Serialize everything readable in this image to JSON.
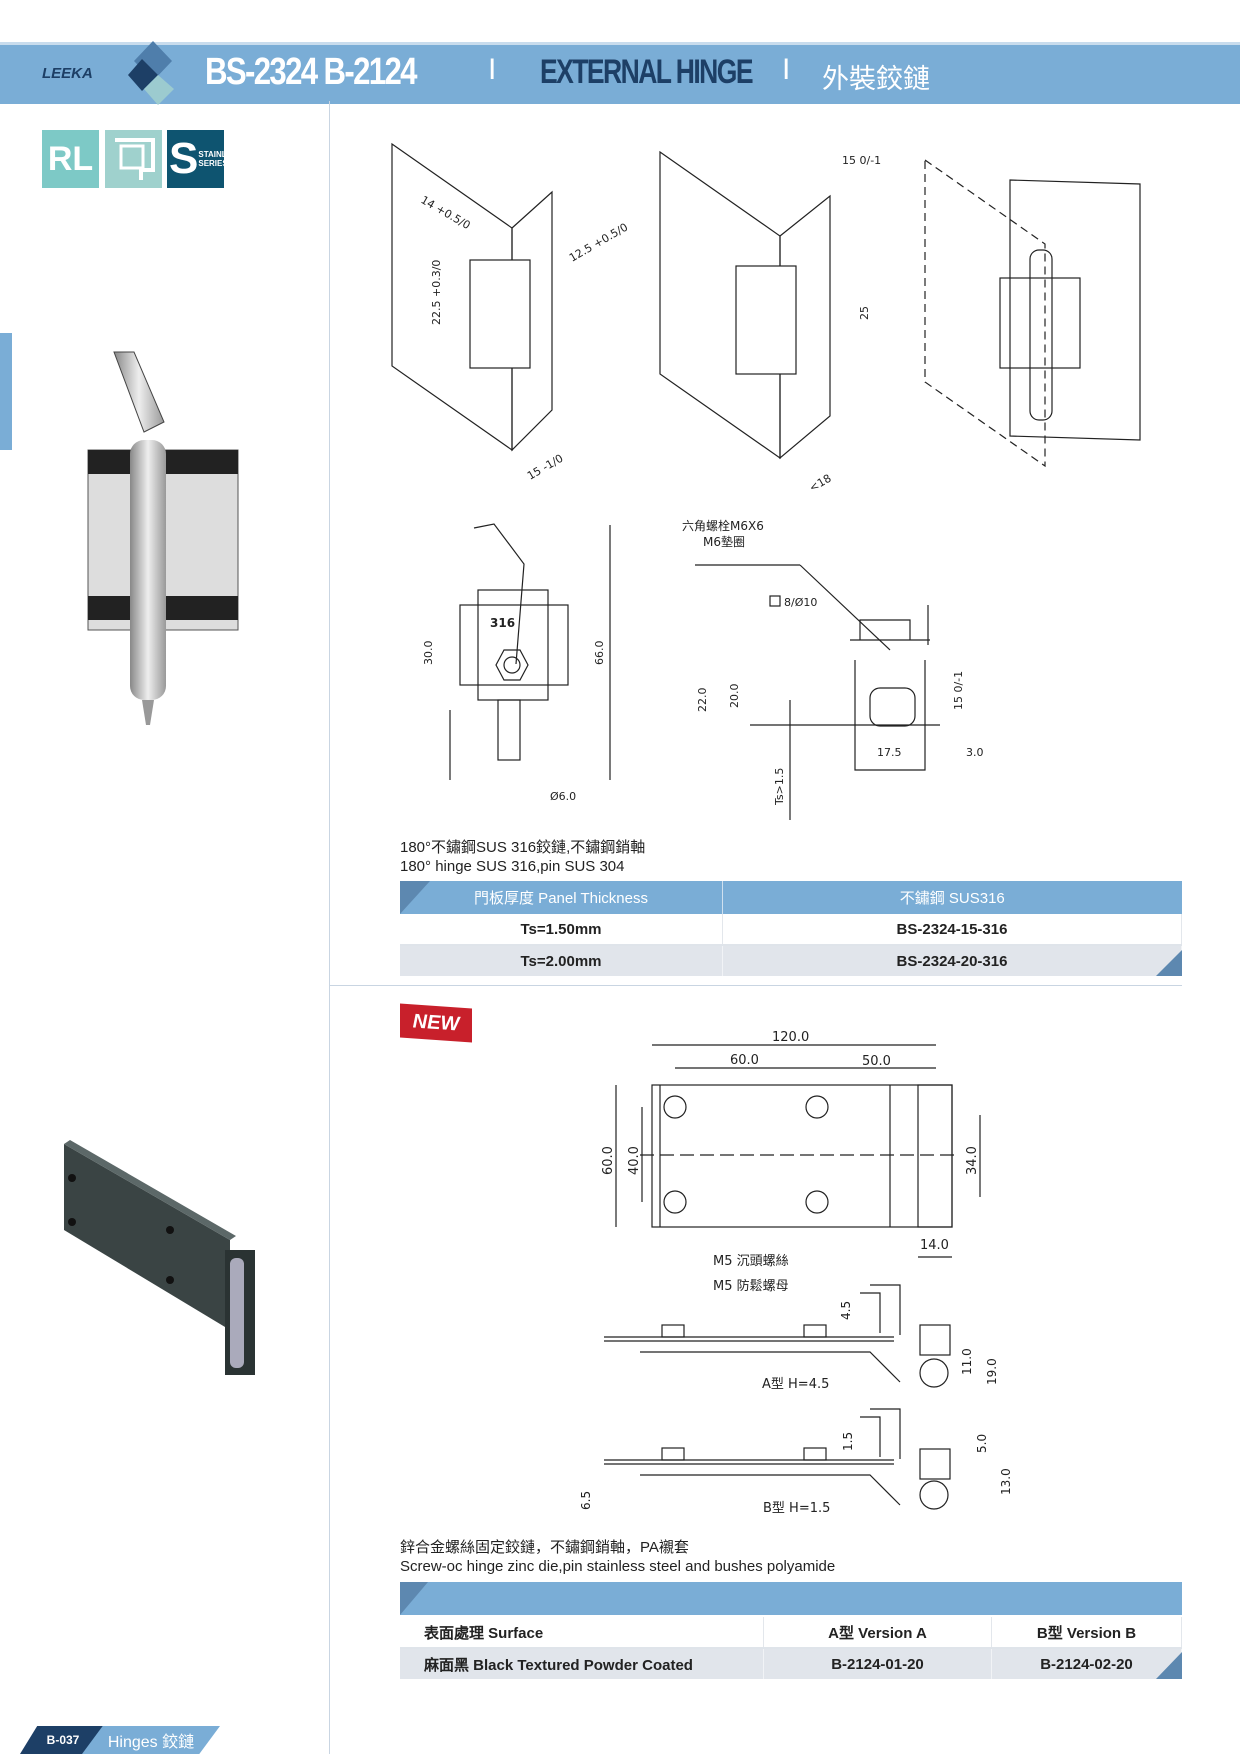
{
  "header": {
    "brand": "LEEKA",
    "models": "BS-2324 B-2124",
    "separator": "I",
    "product_type": "EXTERNAL HINGE",
    "product_cn": "外裝鉸鏈"
  },
  "badges": {
    "rl": "RL",
    "stainless": "STAINLESS SERIES",
    "s": "S"
  },
  "drawing1": {
    "dims": [
      "14 +0.5/0",
      "12.5 +0.5/0",
      "22.5 +0.3/0",
      "15 -1/0",
      "15 0/-1",
      "25",
      "<18"
    ],
    "front_dims": [
      "316",
      "30.0",
      "66.0",
      "Ø6.0"
    ],
    "side_labels": [
      "六角螺栓M6X6",
      "M6墊圈",
      "8/Ø10",
      "22.0",
      "20.0",
      "15 0/-1",
      "17.5",
      "3.0",
      "Ts>1.5"
    ]
  },
  "section1": {
    "caption_cn": "180°不鏽鋼SUS 316鉸鏈,不鏽鋼銷軸",
    "caption_en": "180° hinge SUS 316,pin SUS 304",
    "headers": [
      "門板厚度 Panel Thickness",
      "不鏽鋼 SUS316"
    ],
    "rows": [
      [
        "Ts=1.50mm",
        "BS-2324-15-316"
      ],
      [
        "Ts=2.00mm",
        "BS-2324-20-316"
      ]
    ]
  },
  "new_badge": "NEW",
  "drawing2": {
    "top_dims": [
      "120.0",
      "60.0",
      "50.0",
      "60.0",
      "40.0",
      "34.0",
      "14.0"
    ],
    "labels": [
      "M5  沉頭螺絲",
      "M5  防鬆螺母"
    ],
    "version_a": {
      "label": "A型   H=4.5",
      "dims": [
        "4.5",
        "11.0",
        "19.0"
      ]
    },
    "version_b": {
      "label": "B型   H=1.5",
      "dims": [
        "1.5",
        "5.0",
        "13.0",
        "6.5"
      ]
    }
  },
  "section2": {
    "caption_cn": "鋅合金螺絲固定鉸鏈，不鏽鋼銷軸，PA襯套",
    "caption_en": "Screw-oc hinge zinc die,pin stainless steel and bushes polyamide",
    "headers": [
      "表面處理 Surface",
      "A型 Version A",
      "B型 Version B"
    ],
    "rows": [
      [
        "麻面黑 Black Textured Powder Coated",
        "B-2124-01-20",
        "B-2124-02-20"
      ]
    ]
  },
  "footer": {
    "page": "B-037",
    "section": "Hinges 鉸鏈"
  },
  "colors": {
    "accent": "#7aadd6",
    "navy": "#1d3f66",
    "teal": "#7dc9c6",
    "red": "#c8202b"
  }
}
